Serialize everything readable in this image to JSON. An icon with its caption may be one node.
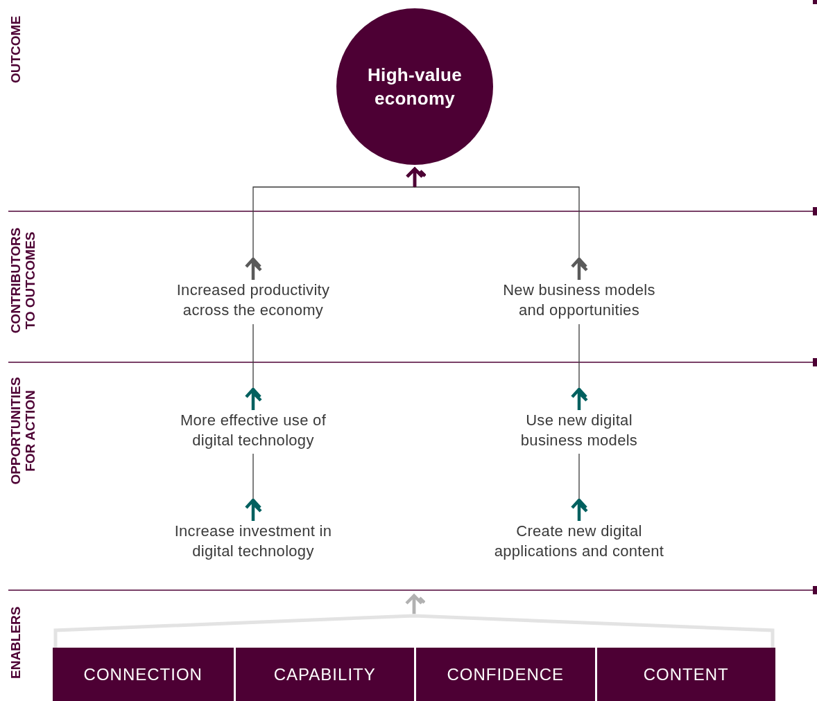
{
  "diagram": {
    "nodes": [
      {
        "text": [
          "High-value economy"
        ]
      },
      {
        "text": [
          "Increased productivity across the economy"
        ]
      },
      {
        "text": [
          "New business models and opportunities"
        ]
      },
      {
        "text": [
          "More effective use of digital technology"
        ]
      },
      {
        "text": [
          "Use new digital business models"
        ]
      },
      {
        "text": [
          "Increase investment in digital technology"
        ]
      },
      {
        "text": [
          "Create new digital applications and content"
        ]
      },
      {
        "text": [],
        "shape": "bar"
      },
      {
        "text": [
          "CONNECTION"
        ],
        "in": 7
      },
      {
        "text": [
          "CAPABILITY"
        ],
        "in": 7
      },
      {
        "text": [
          "CONFIDENCE"
        ],
        "in": 7
      },
      {
        "text": [
          "CONTENT"
        ],
        "in": 7
      }
    ],
    "edges": [
      {
        "from": 1,
        "to": 0,
        "arrow": "to"
      },
      {
        "from": 2,
        "to": 0,
        "arrow": "to"
      },
      {
        "from": 3,
        "to": 1,
        "arrow": "none"
      },
      {
        "from": 4,
        "to": 2,
        "arrow": "none"
      },
      {
        "from": 5,
        "to": 3,
        "arrow": "none"
      },
      {
        "from": 6,
        "to": 4,
        "arrow": "none"
      },
      {
        "from": 7,
        "to": null,
        "arrow": "to",
        "style": "thick",
        "color": "#e3e3e3"
      }
    ],
    "labels": [
      "OUTCOME",
      "CONTRIBUTORS TO OUTCOMES",
      "OPPORTUNITIES FOR ACTION",
      "ENABLERS"
    ]
  }
}
